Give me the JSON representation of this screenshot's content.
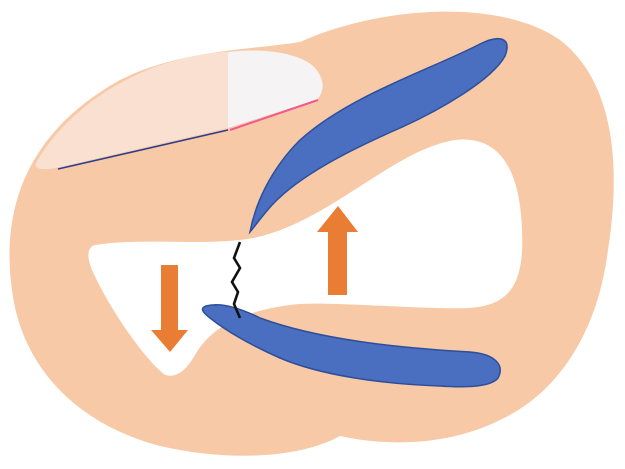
{
  "colors": {
    "background": "#ffffff",
    "tissue": "#f7c9a6",
    "overlay_left": "#f9e2d3",
    "overlay_right": "#f6f6f8",
    "line_blue": "#2c3d8f",
    "line_pink": "#f05a8e",
    "jaw_fill": "#4a6fc0",
    "jaw_stroke": "#2d4f9a",
    "arrow": "#ea7d34",
    "fracture": "#111111"
  },
  "elements": {
    "upper_jaw": "upper-blue-shape",
    "lower_jaw": "lower-blue-shape",
    "arrow_up": "arrow-up-icon",
    "arrow_down": "arrow-down-icon",
    "fracture": "fracture-line"
  }
}
